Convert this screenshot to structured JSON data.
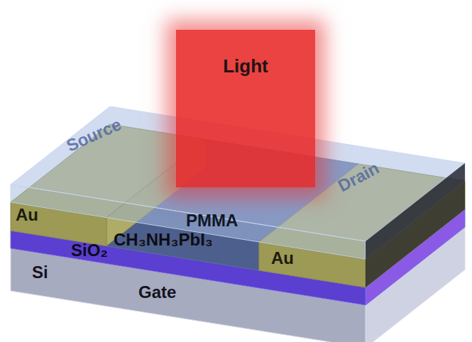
{
  "diagram": {
    "nodes": [
      {
        "text": [
          "Light"
        ]
      }
    ],
    "labels": [
      "Source",
      "Drain",
      "Au",
      "PMMA",
      "CH₃NH₃PbI₃",
      "Au",
      "SiO₂",
      "Si",
      "Gate"
    ]
  }
}
